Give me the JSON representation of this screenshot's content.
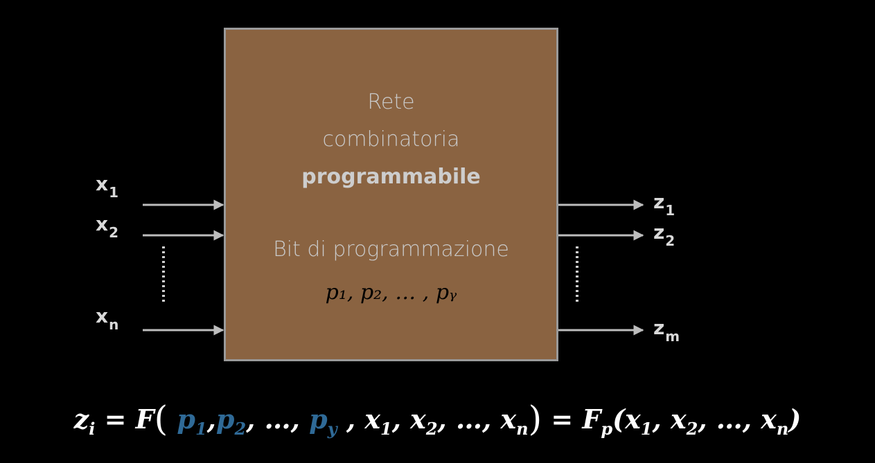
{
  "block": {
    "line1": "Rete",
    "line2": "combinatoria",
    "line3": "programmabile",
    "line4": "Bit di programmazione",
    "params": "p₁, p₂, … , pᵧ"
  },
  "inputs": {
    "x1": {
      "base": "x",
      "sub": "1"
    },
    "x2": {
      "base": "x",
      "sub": "2"
    },
    "xn": {
      "base": "x",
      "sub": "n"
    }
  },
  "outputs": {
    "z1": {
      "base": "z",
      "sub": "1"
    },
    "z2": {
      "base": "z",
      "sub": "2"
    },
    "zm": {
      "base": "z",
      "sub": "m"
    }
  },
  "formula": {
    "lhs": "z",
    "lhs_sub": "i",
    "eq1": " = F",
    "p1": "p",
    "p1_sub": "1",
    "p2": "p",
    "p2_sub": "2",
    "py": "p",
    "py_sub": "y",
    "dots": "…",
    "x": "x",
    "x1_sub": "1",
    "x2_sub": "2",
    "xn_sub": "n",
    "eq2": " = F",
    "fp_sub": "p"
  },
  "colors": {
    "block_fill": "#8a6341",
    "block_border": "#9a9a9a",
    "wire": "#bdbdbd",
    "param_highlight": "#2f6a97",
    "background": "#000000"
  }
}
